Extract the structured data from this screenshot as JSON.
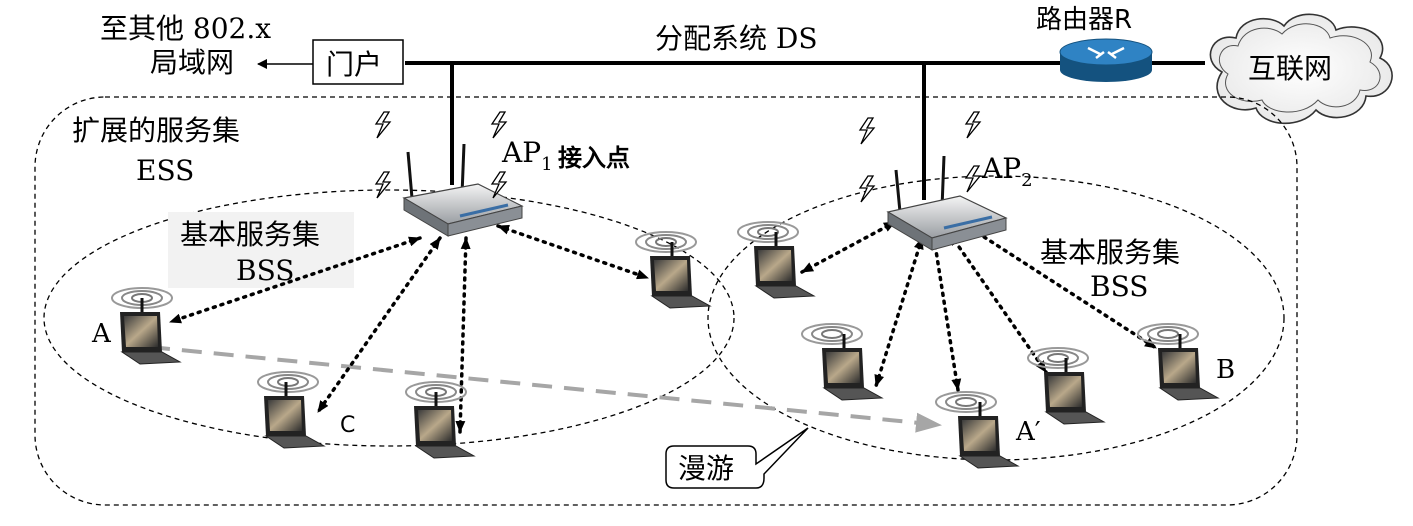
{
  "labels": {
    "to_other": "至其他 802.x",
    "to_other2": "局域网",
    "portal": "门户",
    "ds": "分配系统 DS",
    "router": "路由器R",
    "internet": "互联网",
    "ess1": "扩展的服务集",
    "ess2": "ESS",
    "bss1_a": "基本服务集",
    "bss1_b": "BSS",
    "bss2_a": "基本服务集",
    "bss2_b": "BSS",
    "ap1": "AP",
    "ap1_sub": "1",
    "ap1_desc": "接入点",
    "ap2": "AP",
    "ap2_sub": "2",
    "station_a": "A",
    "station_c": "C",
    "station_b": "B",
    "station_a_prime": "A′",
    "roaming": "漫游"
  },
  "colors": {
    "line": "#000000",
    "dashed_arrow": "#a6a6a6",
    "router": "#1f6fb0",
    "bss_label_bg": "#f2f2f2"
  }
}
